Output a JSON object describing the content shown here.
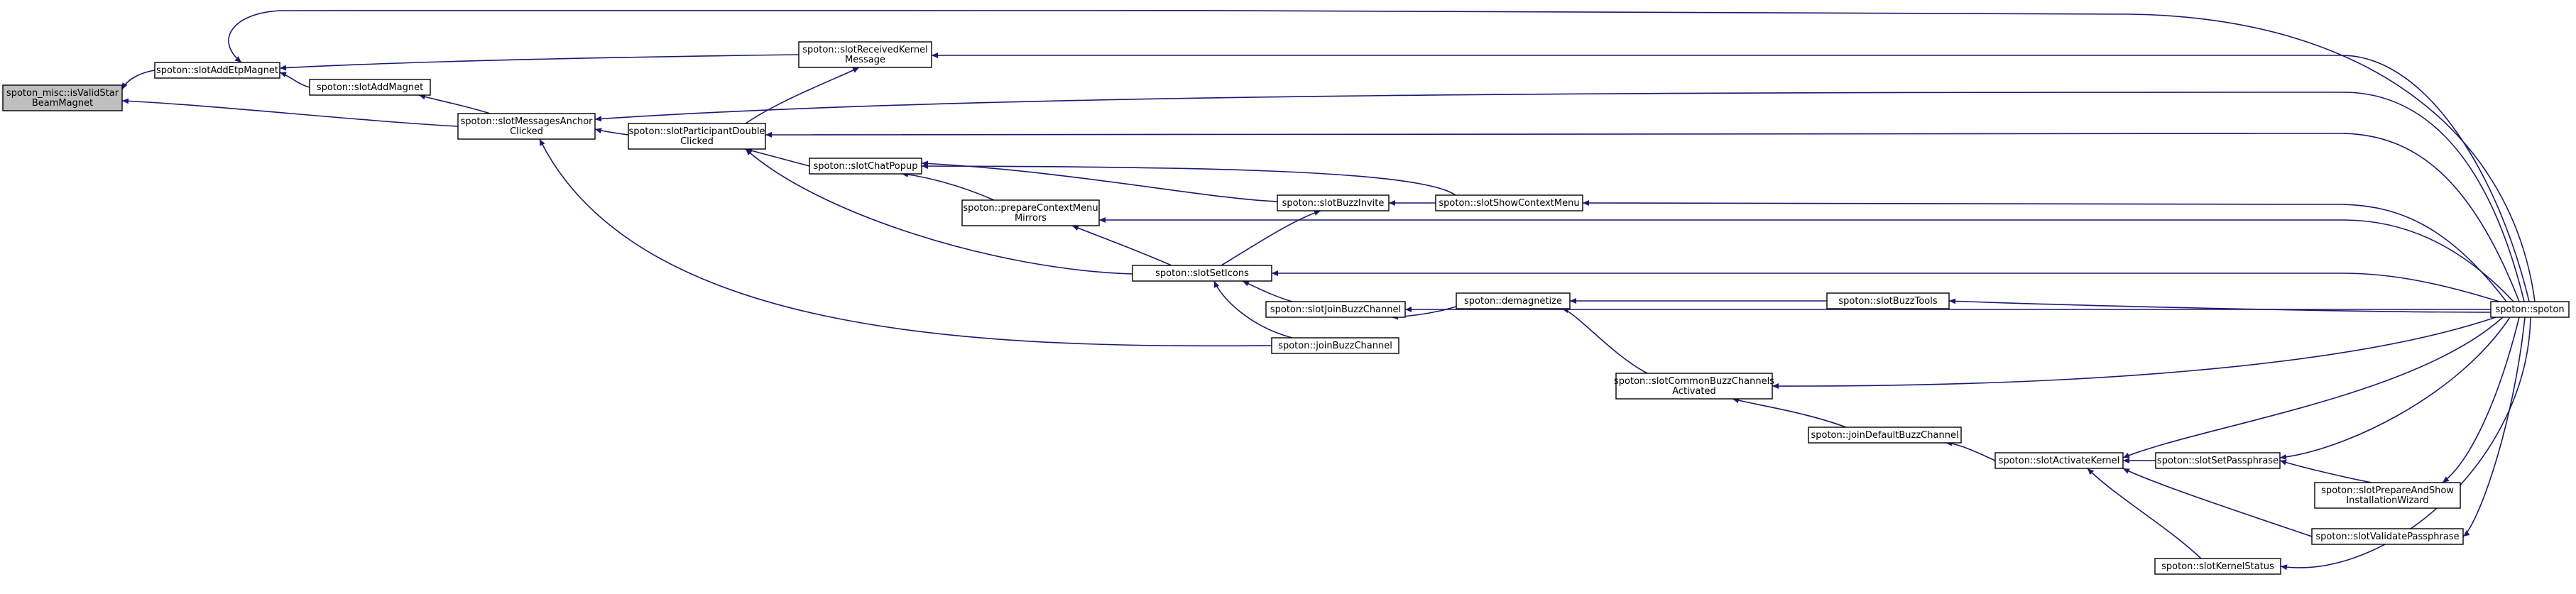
{
  "graph": {
    "kind": "caller-graph",
    "colors": {
      "edge": "#191970",
      "node_border": "#000000",
      "root_fill": "#bfbfbf",
      "node_fill": "#ffffff"
    },
    "nodes": [
      {
        "id": "n0",
        "lines": [
          "spoton_misc::isValidStar",
          "BeamMagnet"
        ],
        "root": true
      },
      {
        "id": "n1",
        "lines": [
          "spoton::slotAddEtpMagnet"
        ]
      },
      {
        "id": "n2",
        "lines": [
          "spoton::slotAddMagnet"
        ]
      },
      {
        "id": "n3",
        "lines": [
          "spoton::slotReceivedKernel",
          "Message"
        ]
      },
      {
        "id": "n4",
        "lines": [
          "spoton::slotMessagesAnchor",
          "Clicked"
        ]
      },
      {
        "id": "n5",
        "lines": [
          "spoton::slotParticipantDouble",
          "Clicked"
        ]
      },
      {
        "id": "n6",
        "lines": [
          "spoton::slotChatPopup"
        ]
      },
      {
        "id": "n7",
        "lines": [
          "spoton::prepareContextMenu",
          "Mirrors"
        ]
      },
      {
        "id": "n8",
        "lines": [
          "spoton::slotBuzzInvite"
        ]
      },
      {
        "id": "n9",
        "lines": [
          "spoton::slotShowContextMenu"
        ]
      },
      {
        "id": "n10",
        "lines": [
          "spoton::slotSetIcons"
        ]
      },
      {
        "id": "n11",
        "lines": [
          "spoton::slotJoinBuzzChannel"
        ]
      },
      {
        "id": "n12",
        "lines": [
          "spoton::joinBuzzChannel"
        ]
      },
      {
        "id": "n13",
        "lines": [
          "spoton::demagnetize"
        ]
      },
      {
        "id": "n14",
        "lines": [
          "spoton::slotBuzzTools"
        ]
      },
      {
        "id": "n15",
        "lines": [
          "spoton::slotCommonBuzzChannels",
          "Activated"
        ]
      },
      {
        "id": "n16",
        "lines": [
          "spoton::joinDefaultBuzzChannel"
        ]
      },
      {
        "id": "n17",
        "lines": [
          "spoton::slotActivateKernel"
        ]
      },
      {
        "id": "n18",
        "lines": [
          "spoton::slotSetPassphrase"
        ]
      },
      {
        "id": "n19",
        "lines": [
          "spoton::slotPrepareAndShow",
          "InstallationWizard"
        ]
      },
      {
        "id": "n20",
        "lines": [
          "spoton::slotValidatePassphrase"
        ]
      },
      {
        "id": "n21",
        "lines": [
          "spoton::slotKernelStatus"
        ]
      },
      {
        "id": "n22",
        "lines": [
          "spoton::spoton"
        ]
      }
    ],
    "edges": [
      [
        "n1",
        "n0"
      ],
      [
        "n4",
        "n0"
      ],
      [
        "n2",
        "n1"
      ],
      [
        "n3",
        "n1"
      ],
      [
        "n22",
        "n1"
      ],
      [
        "n4",
        "n2"
      ],
      [
        "n22",
        "n3"
      ],
      [
        "n5",
        "n4"
      ],
      [
        "n22",
        "n4"
      ],
      [
        "n5",
        "n3"
      ],
      [
        "n22",
        "n5"
      ],
      [
        "n6",
        "n5"
      ],
      [
        "n10",
        "n5"
      ],
      [
        "n8",
        "n6"
      ],
      [
        "n9",
        "n6"
      ],
      [
        "n7",
        "n6"
      ],
      [
        "n10",
        "n7"
      ],
      [
        "n22",
        "n7"
      ],
      [
        "n9",
        "n8"
      ],
      [
        "n10",
        "n8"
      ],
      [
        "n22",
        "n9"
      ],
      [
        "n11",
        "n10"
      ],
      [
        "n12",
        "n10"
      ],
      [
        "n22",
        "n10"
      ],
      [
        "n22",
        "n11"
      ],
      [
        "n12",
        "n4"
      ],
      [
        "n13",
        "n11"
      ],
      [
        "n14",
        "n13"
      ],
      [
        "n15",
        "n13"
      ],
      [
        "n22",
        "n14"
      ],
      [
        "n22",
        "n15"
      ],
      [
        "n16",
        "n15"
      ],
      [
        "n17",
        "n16"
      ],
      [
        "n18",
        "n17"
      ],
      [
        "n21",
        "n17"
      ],
      [
        "n22",
        "n17"
      ],
      [
        "n20",
        "n17"
      ],
      [
        "n19",
        "n18"
      ],
      [
        "n22",
        "n18"
      ],
      [
        "n22",
        "n19"
      ],
      [
        "n22",
        "n20"
      ],
      [
        "n22",
        "n21"
      ]
    ]
  }
}
